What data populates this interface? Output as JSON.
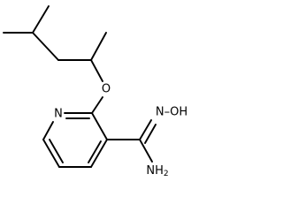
{
  "molecule": {
    "atoms": {
      "ring_nitrogen": "N",
      "ether_oxygen": "O",
      "hydroxylamine_group": "N–OH",
      "amine_group": "NH",
      "amine_subscript": "2"
    },
    "colors": {
      "bond": "#000000",
      "label": "#000000",
      "background": "#ffffff"
    }
  }
}
